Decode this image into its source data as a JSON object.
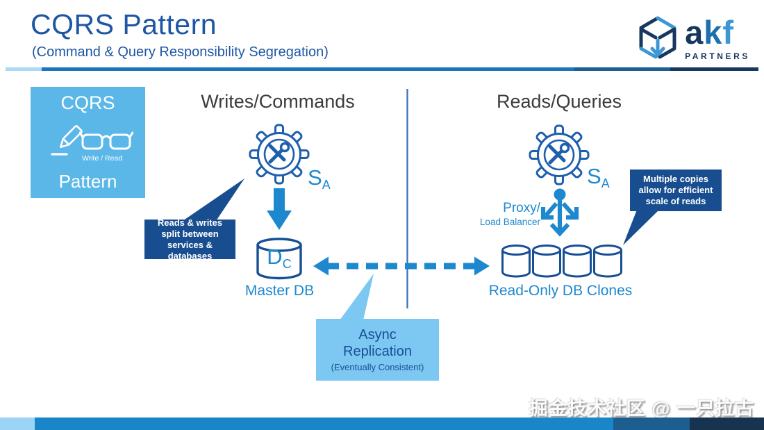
{
  "header": {
    "title": "CQRS Pattern",
    "subtitle": "(Command & Query Responsibility Segregation)"
  },
  "logo": {
    "a": "a",
    "k": "k",
    "f": "f",
    "partners": "PARTNERS"
  },
  "pattern_card": {
    "top": "CQRS",
    "caption": "Write / Read",
    "bottom": "Pattern"
  },
  "headings": {
    "writes": "Writes/Commands",
    "reads": "Reads/Queries"
  },
  "left": {
    "service_main": "S",
    "service_sub": "A",
    "db_main": "D",
    "db_sub": "C",
    "db_caption": "Master DB"
  },
  "right": {
    "service_main": "S",
    "service_sub": "A",
    "proxy_line1": "Proxy/",
    "proxy_line2": "Load Balancer",
    "db_caption": "Read-Only DB Clones"
  },
  "callouts": {
    "split": "Reads & writes split between services & databases",
    "copies": "Multiple copies allow for efficient scale of reads",
    "async_line1": "Async",
    "async_line2": "Replication",
    "async_line3": "(Eventually Consistent)"
  },
  "watermark": "掘金技术社区 @ 一只拉古",
  "icons": {
    "service": "gear-tools-icon",
    "write": "pencil-icon",
    "read": "glasses-icon",
    "load_balancer": "load-balancer-icon",
    "database": "database-cylinder-icon",
    "brand": "akf-cube-icon"
  },
  "colors": {
    "title_blue": "#1E56A5",
    "accent_blue": "#1E88CE",
    "card_blue": "#5BB7E8",
    "async_blue": "#7CC8F2",
    "callout_navy": "#184E8F",
    "cylinder_stroke": "#174F94",
    "gear_stroke": "#1E5FAD",
    "heading_gray": "#3B3B3B",
    "logo_navy": "#17375E"
  }
}
